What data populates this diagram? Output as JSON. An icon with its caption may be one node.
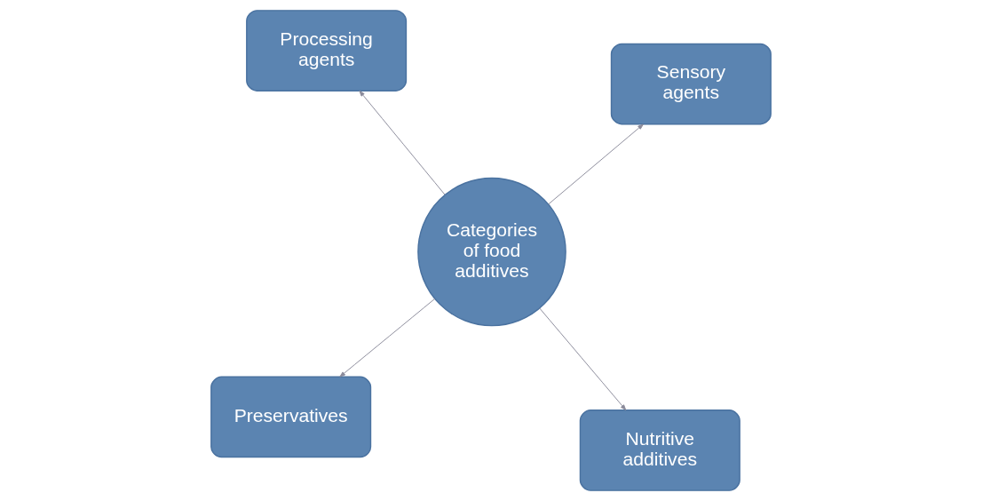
{
  "diagram": {
    "nodes": [
      {
        "text": [
          "Preservatives"
        ]
      },
      {
        "text": [
          "Nutritive additives"
        ]
      },
      {
        "text": [
          "Categories of food additives"
        ]
      },
      {
        "text": [
          "Processing agents"
        ]
      },
      {
        "text": [
          "Sensory agents"
        ]
      }
    ],
    "edges": [
      {
        "from": 2,
        "to": 0,
        "arrow": "to"
      },
      {
        "from": 2,
        "to": 1,
        "arrow": "to"
      },
      {
        "from": 2,
        "to": 3,
        "arrow": "to"
      },
      {
        "from": 2,
        "to": 4,
        "arrow": "to"
      }
    ]
  }
}
